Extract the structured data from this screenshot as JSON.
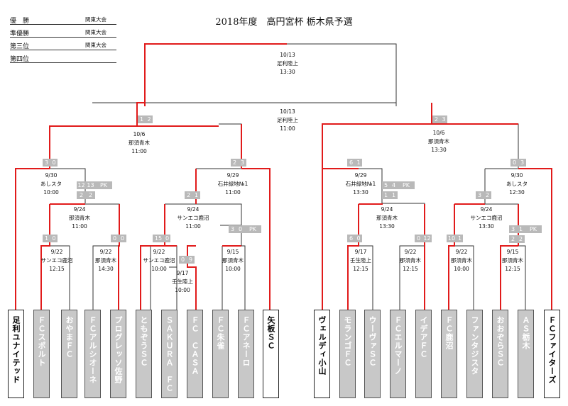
{
  "title": "2018年度　高円宮杯 栃木県予選",
  "results": [
    {
      "label": "優　勝",
      "value": "関東大会"
    },
    {
      "label": "準優勝",
      "value": "関東大会"
    },
    {
      "label": "第三位",
      "value": "関東大会"
    },
    {
      "label": "第四位",
      "value": ""
    }
  ],
  "colors": {
    "winner_line": "#e11b1b",
    "line": "#333333",
    "score_box": "#b9b9b9",
    "eliminated_team": "#c8c8c8"
  },
  "teams": [
    "足利ユナイテッド",
    "ＦＣスポルト",
    "おやまＦＣ",
    "ＦＣアルシオーネ",
    "プログレッソ佐野",
    "ともぞうＳＣ",
    "ＳＡＫＵＲＡ　ＦＣ",
    "ＦＣ　ＣＡＳＡ",
    "ＦＣ朱雀",
    "ＦＣアネーロ",
    "矢板ＳＣ",
    "ヴェルディ小山",
    "モランゴＦＣ",
    "ウーヴァＳＣ",
    "ＦＣエルマーノ",
    "イデアＦＣ",
    "ＦＣ鹿沼",
    "ファンタジスタ",
    "おおぞらＳＣ",
    "ＡＳ栃木",
    "ＦＣファイターズ"
  ],
  "matches": [
    {
      "date": "10/13",
      "venue": "足利陸上",
      "time": "13:30"
    },
    {
      "date": "10/13",
      "venue": "足利陸上",
      "time": "11:00"
    },
    {
      "date": "10/6",
      "venue": "那須青木",
      "time": "11:00"
    },
    {
      "date": "10/6",
      "venue": "那須青木",
      "time": "13:30"
    },
    {
      "date": "9/30",
      "venue": "あしスタ",
      "time": "10:00"
    },
    {
      "date": "9/29",
      "venue": "石井緑地№1",
      "time": "11:00"
    },
    {
      "date": "9/29",
      "venue": "石井緑地№1",
      "time": "13:30"
    },
    {
      "date": "9/30",
      "venue": "あしスタ",
      "time": "12:30"
    },
    {
      "date": "9/24",
      "venue": "那須青木",
      "time": "11:00"
    },
    {
      "date": "9/24",
      "venue": "サンエコ鹿沼",
      "time": "11:00"
    },
    {
      "date": "9/24",
      "venue": "那須青木",
      "time": "13:30"
    },
    {
      "date": "9/24",
      "venue": "サンエコ鹿沼",
      "time": "13:30"
    },
    {
      "date": "9/22",
      "venue": "サンエコ鹿沼",
      "time": "12:15"
    },
    {
      "date": "9/22",
      "venue": "那須青木",
      "time": "14:30"
    },
    {
      "date": "9/22",
      "venue": "サンエコ鹿沼",
      "time": "10:00"
    },
    {
      "date": "9/17",
      "venue": "壬生陸上",
      "time": "10:00"
    },
    {
      "date": "9/15",
      "venue": "那須青木",
      "time": "10:00"
    },
    {
      "date": "9/17",
      "venue": "壬生陸上",
      "time": "12:15"
    },
    {
      "date": "9/22",
      "venue": "那須青木",
      "time": "12:15"
    },
    {
      "date": "9/22",
      "venue": "那須青木",
      "time": "10:00"
    },
    {
      "date": "9/15",
      "venue": "那須青木",
      "time": "12:15"
    }
  ],
  "scores": [
    "1",
    "2",
    "2",
    "3",
    "3",
    "0",
    "2",
    "3",
    "6",
    "1",
    "0",
    "3",
    "12",
    "13",
    "2",
    "2",
    "2",
    "1",
    "5",
    "4",
    "1",
    "1",
    "3",
    "2",
    "1",
    "0",
    "0",
    "0",
    "15",
    "0",
    "0",
    "9",
    "3",
    "0",
    "6",
    "0",
    "0",
    "12",
    "10",
    "1",
    "3",
    "1",
    "2",
    "2"
  ],
  "pk_label": "PK"
}
